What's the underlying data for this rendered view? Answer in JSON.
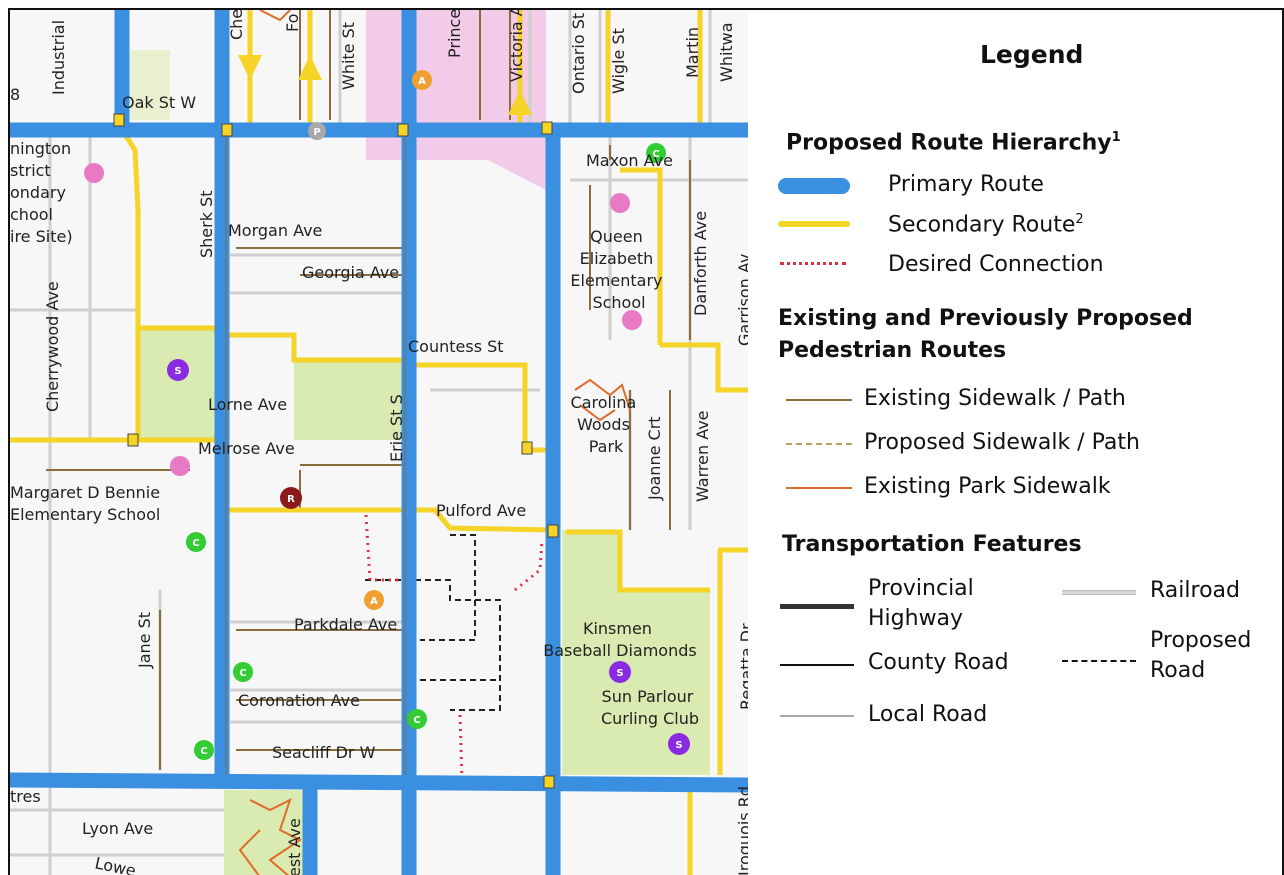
{
  "map": {
    "streets": [
      {
        "text": "Industrial"
      },
      {
        "text": "Oak St W"
      },
      {
        "text": "Sherk St"
      },
      {
        "text": "Morgan Ave"
      },
      {
        "text": "Georgia Ave"
      },
      {
        "text": "Cherrywood Ave"
      },
      {
        "text": "Lorne Ave"
      },
      {
        "text": "Melrose Ave"
      },
      {
        "text": "Erie St S"
      },
      {
        "text": "Countess St"
      },
      {
        "text": "Pulford Ave"
      },
      {
        "text": "Parkdale Ave"
      },
      {
        "text": "Jane St"
      },
      {
        "text": "Coronation Ave"
      },
      {
        "text": "Seacliff Dr W"
      },
      {
        "text": "Lyon Ave"
      },
      {
        "text": "White St"
      },
      {
        "text": "Victoria A"
      },
      {
        "text": "Ontario St"
      },
      {
        "text": "Wigle St"
      },
      {
        "text": "Martin"
      },
      {
        "text": "Whitwa"
      },
      {
        "text": "Maxon Ave"
      },
      {
        "text": "Danforth Ave"
      },
      {
        "text": "Garrison Av"
      },
      {
        "text": "Joanne Crt"
      },
      {
        "text": "Warren Ave"
      },
      {
        "text": "Regatta Dr"
      },
      {
        "text": "Iroquois Rd"
      },
      {
        "text": "Prince"
      },
      {
        "text": "Che"
      },
      {
        "text": "Fo"
      },
      {
        "text": "Lowe"
      },
      {
        "text": "est Ave"
      },
      {
        "text": "tres"
      },
      {
        "text": "8"
      }
    ],
    "places": [
      {
        "lines": [
          "nington",
          "strict",
          "ondary",
          "chool",
          "ire Site)"
        ]
      },
      {
        "lines": [
          "Queen",
          "Elizabeth",
          "Elementary",
          "School"
        ]
      },
      {
        "lines": [
          "Carolina",
          "Woods",
          "Park"
        ]
      },
      {
        "lines": [
          "Margaret D Bennie",
          "Elementary School"
        ]
      },
      {
        "lines": [
          "Kinsmen",
          "Baseball Diamonds"
        ]
      },
      {
        "lines": [
          "Sun Parlour",
          "Curling Club"
        ]
      }
    ],
    "markers": [
      {
        "label": "A",
        "color": "#f0a030"
      },
      {
        "label": "P",
        "color": "#a8a8a8"
      },
      {
        "label": "C",
        "color": "#33cc33"
      },
      {
        "label": "S",
        "color": "#8a2be2"
      },
      {
        "label": "R",
        "color": "#8b1a1a"
      }
    ],
    "colors": {
      "primary": "#3a8fe0",
      "secondary": "#f5d327",
      "desired": "#e03040",
      "sidewalk": "#8a6d3b",
      "proposed_sidewalk": "#b8a060",
      "park_sidewalk": "#e06a2a",
      "park": "#d9ebb0",
      "pink_zone": "#f2cbe8",
      "background": "#f7f7f7"
    }
  },
  "legend": {
    "title": "Legend",
    "hierarchy": {
      "heading": "Proposed Route Hierarchy",
      "heading_sup": "1",
      "items": [
        {
          "label": "Primary Route",
          "sup": ""
        },
        {
          "label": "Secondary Route",
          "sup": "2"
        },
        {
          "label": "Desired Connection",
          "sup": ""
        }
      ]
    },
    "existing": {
      "heading_line1": "Existing and Previously Proposed",
      "heading_line2": "Pedestrian Routes",
      "items": [
        {
          "label": "Existing Sidewalk / Path"
        },
        {
          "label": "Proposed Sidewalk / Path"
        },
        {
          "label": "Existing Park Sidewalk"
        }
      ]
    },
    "transport": {
      "heading": "Transportation Features",
      "items": [
        {
          "line1": "Provincial",
          "line2": "Highway"
        },
        {
          "line1": "County Road",
          "line2": ""
        },
        {
          "line1": "Local Road",
          "line2": ""
        },
        {
          "line1": "Railroad",
          "line2": ""
        },
        {
          "line1": "Proposed",
          "line2": "Road"
        }
      ]
    }
  }
}
